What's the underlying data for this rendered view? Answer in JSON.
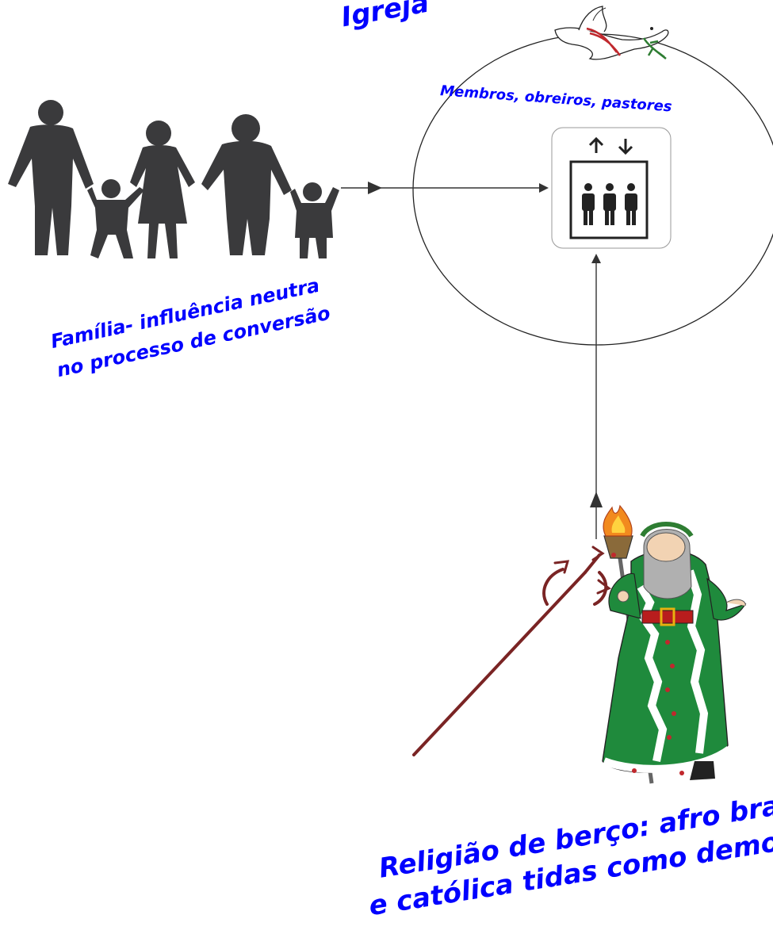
{
  "title": "Igreja",
  "church_circle": {
    "label": "Membros, obreiros, pastores"
  },
  "family": {
    "label_line1": "Família- influência neutra",
    "label_line2": "no processo de conversão"
  },
  "origin_religion": {
    "label_line1": "Religião de berço: afro brasi",
    "label_line2": "e católica tidas como demon"
  },
  "icons": [
    "dove-icon",
    "elevator-icon",
    "family-silhouette",
    "pagan-figure-with-torch",
    "trident-icon"
  ],
  "colors": {
    "text": "#0000ff",
    "line": "#333333",
    "silhouette": "#3a3a3c",
    "trident": "#7a2424",
    "robe": "#1f8a3c"
  }
}
